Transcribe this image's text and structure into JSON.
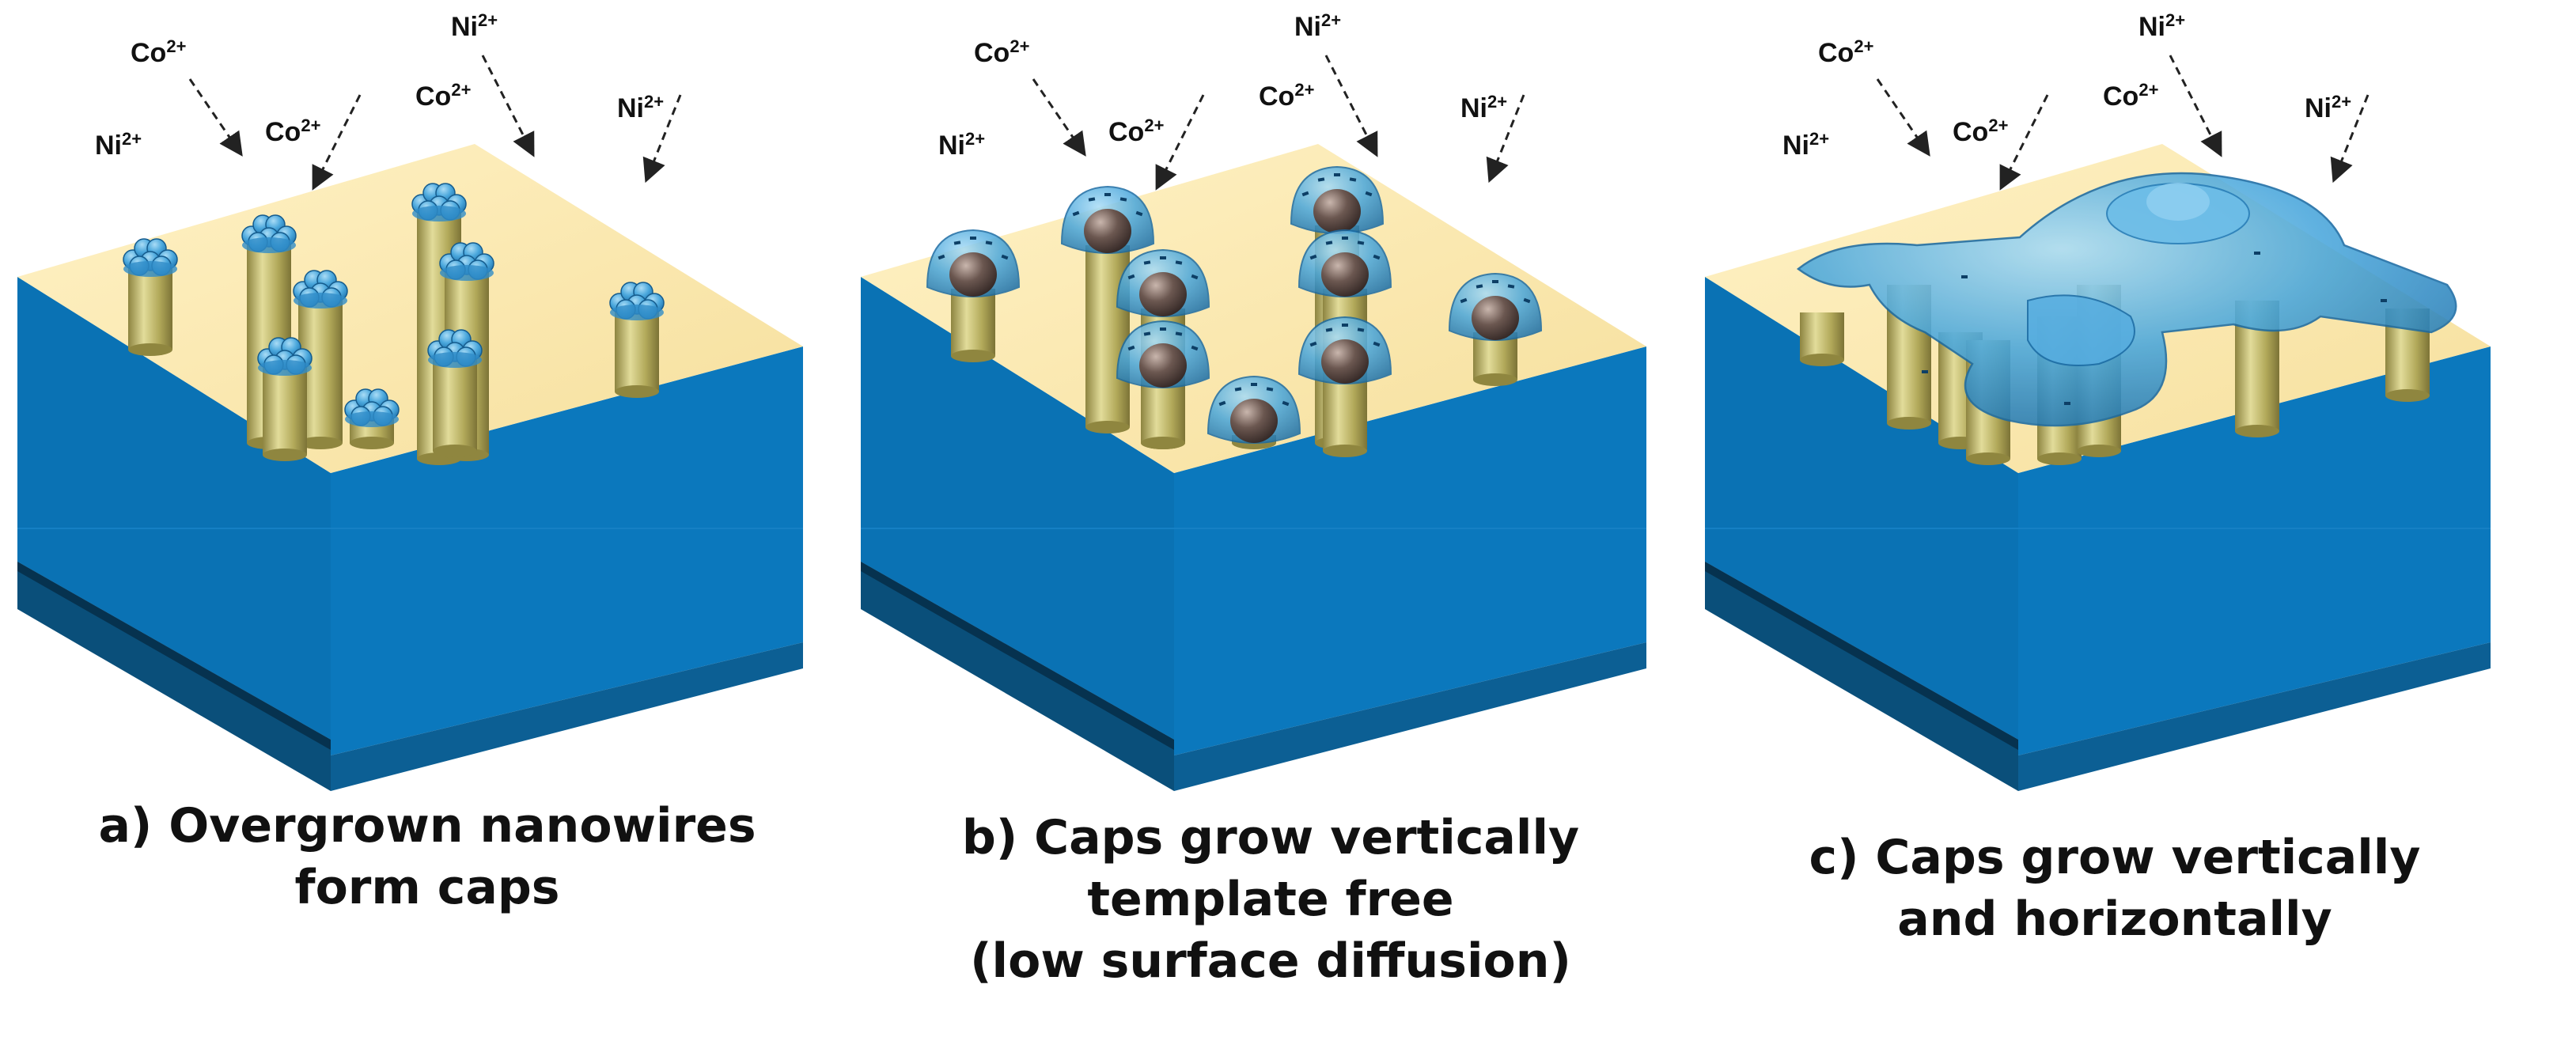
{
  "colors": {
    "substrate_side": "#0a72b4",
    "substrate_dark": "#0a4f7a",
    "substrate_edge": "#06324f",
    "top_surface": "#fbe9b0",
    "nanowire": "#b6ad5e",
    "cap": "#3f9fd6",
    "core": "#5b4a44"
  },
  "panels": [
    {
      "id": "a",
      "ions": [
        {
          "symbol": "Co",
          "charge": "2+"
        },
        {
          "symbol": "Ni",
          "charge": "2+"
        },
        {
          "symbol": "Co",
          "charge": "2+"
        },
        {
          "symbol": "Ni",
          "charge": "2+"
        },
        {
          "symbol": "Co",
          "charge": "2+"
        },
        {
          "symbol": "Ni",
          "charge": "2+"
        }
      ],
      "caption": [
        "a) Overgrown nanowires",
        "form caps"
      ]
    },
    {
      "id": "b",
      "ions": [
        {
          "symbol": "Co",
          "charge": "2+"
        },
        {
          "symbol": "Ni",
          "charge": "2+"
        },
        {
          "symbol": "Co",
          "charge": "2+"
        },
        {
          "symbol": "Ni",
          "charge": "2+"
        },
        {
          "symbol": "Co",
          "charge": "2+"
        },
        {
          "symbol": "Ni",
          "charge": "2+"
        }
      ],
      "caption": [
        "b) Caps grow vertically",
        "template free",
        "(low surface diffusion)"
      ]
    },
    {
      "id": "c",
      "ions": [
        {
          "symbol": "Co",
          "charge": "2+"
        },
        {
          "symbol": "Ni",
          "charge": "2+"
        },
        {
          "symbol": "Co",
          "charge": "2+"
        },
        {
          "symbol": "Ni",
          "charge": "2+"
        },
        {
          "symbol": "Co",
          "charge": "2+"
        },
        {
          "symbol": "Ni",
          "charge": "2+"
        }
      ],
      "caption": [
        "c) Caps grow vertically",
        "and horizontally"
      ]
    }
  ]
}
